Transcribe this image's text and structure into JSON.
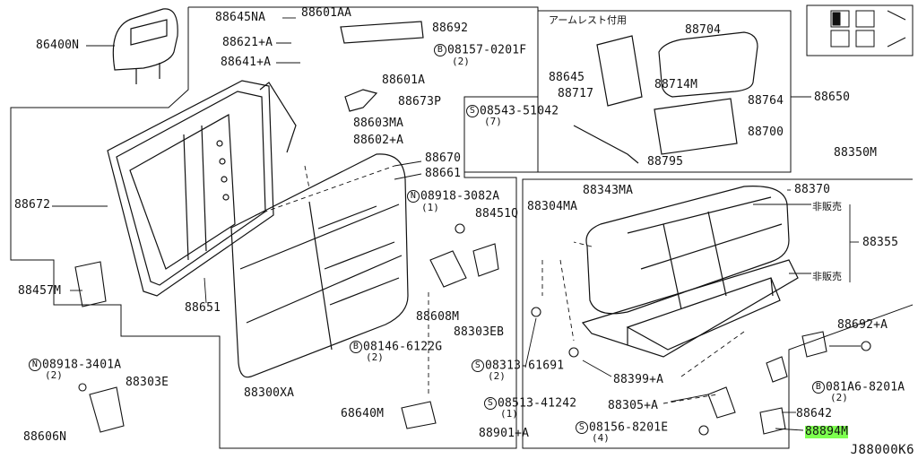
{
  "diagram": {
    "code": "J88000K6",
    "labels": {
      "p86400N": "86400N",
      "p88645NA": "88645NA",
      "p88601AA": "88601AA",
      "p88692": "88692",
      "p88621A": "88621+A",
      "p08157_0201F": "08157-0201F",
      "p08157_qty": "(2)",
      "p88641A": "88641+A",
      "p88601A": "88601A",
      "p88673P": "88673P",
      "p88603MA": "88603MA",
      "p88602A": "88602+A",
      "p88670": "88670",
      "p88661": "88661",
      "p08918_3082A": "08918-3082A",
      "p08918_3082A_qty": "(1)",
      "p88451Q": "88451Q",
      "p88672": "88672",
      "p88457M": "88457M",
      "p88651": "88651",
      "p88608M": "88608M",
      "p88303EB": "88303EB",
      "p08146_6122G": "08146-6122G",
      "p08146_qty": "(2)",
      "p08918_3401A": "08918-3401A",
      "p08918_3401A_qty": "(2)",
      "p88303E": "88303E",
      "p88300XA": "88300XA",
      "p68640M": "68640M",
      "p88606N": "88606N",
      "armrest_jp": "アームレスト付用",
      "p88704": "88704",
      "p88645": "88645",
      "p88714M": "88714M",
      "p88764": "88764",
      "p88650": "88650",
      "p88717": "88717",
      "p08543_51042": "08543-51042",
      "p08543_qty": "(7)",
      "p88700": "88700",
      "p88795": "88795",
      "p88350M": "88350M",
      "p88343MA": "88343MA",
      "p88370": "88370",
      "p88304MA": "88304MA",
      "notsale1": "非販売",
      "p88355": "88355",
      "notsale2": "非販売",
      "p88692A": "88692+A",
      "p08313_61691": "08313-61691",
      "p08313_qty": "(2)",
      "p88399A": "88399+A",
      "p08513_41242": "08513-41242",
      "p08513_qty": "(1)",
      "p88305A": "88305+A",
      "p081A6_8201A": "081A6-8201A",
      "p081A6_qty": "(2)",
      "p88642": "88642",
      "p08156_8201E": "08156-8201E",
      "p08156_qty": "(4)",
      "p88901A": "88901+A",
      "p88894M": "88894M",
      "circle_N": "N",
      "circle_B": "B",
      "circle_S": "S"
    },
    "colors": {
      "line": "#111111",
      "highlight": "#7dff4f",
      "background": "#ffffff"
    }
  }
}
